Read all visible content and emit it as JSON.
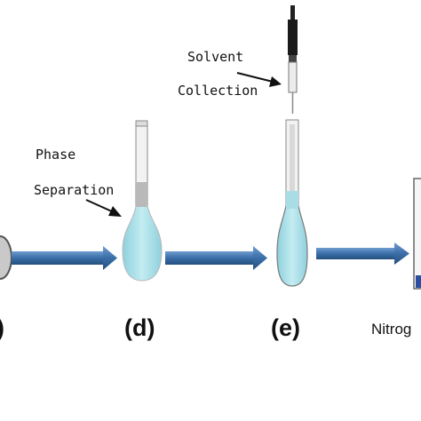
{
  "annotations": {
    "phase_line1": "Phase",
    "phase_line2": "Separation",
    "solvent_line1": "Solvent",
    "solvent_line2": "Collection"
  },
  "step_labels": {
    "c_partial": ")",
    "d": "(d)",
    "e": "(e)",
    "nitrogen_partial": "Nitrog"
  },
  "colors": {
    "arrow_blue": "#3b6ea8",
    "liquid": "#a9dde6",
    "glass_outline": "#7a7a7a"
  }
}
